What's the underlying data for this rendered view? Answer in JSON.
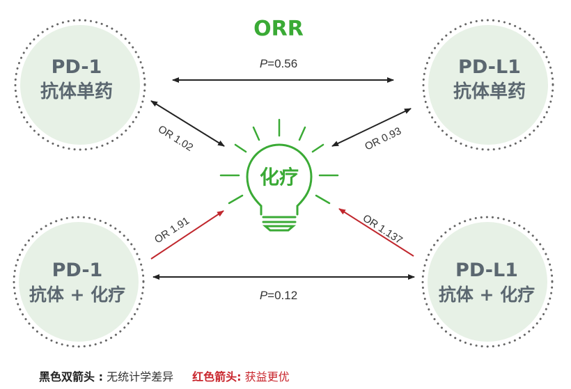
{
  "title": "ORR",
  "center": {
    "label": "化疗"
  },
  "nodes": {
    "top_left": {
      "line1": "PD-1",
      "line2": "抗体单药"
    },
    "top_right": {
      "line1": "PD-L1",
      "line2": "抗体单药"
    },
    "bottom_left": {
      "line1": "PD-1",
      "line2": "抗体 + 化疗"
    },
    "bottom_right": {
      "line1": "PD-L1",
      "line2": "抗体 + 化疗"
    }
  },
  "comparisons": {
    "top": {
      "p_prefix": "P",
      "p_value": "=0.56"
    },
    "bottom": {
      "p_prefix": "P",
      "p_value": "=0.12"
    },
    "top_left_center": {
      "label": "OR 1.02"
    },
    "top_right_center": {
      "label": "OR 0.93"
    },
    "bottom_left_center": {
      "label": "OR 1.91"
    },
    "bottom_right_center": {
      "label": "OR 1.137"
    }
  },
  "legend": {
    "black_key": "黑色双箭头 :",
    "black_value": " 无统计学差异",
    "red_key": "红色箭头:",
    "red_value": " 获益更优"
  },
  "colors": {
    "node_fill": "#e7f1e6",
    "node_dots": "#666666",
    "node_text": "#5b6770",
    "accent_green": "#3aaa35",
    "black_arrow": "#222222",
    "red_arrow": "#c0272d"
  }
}
